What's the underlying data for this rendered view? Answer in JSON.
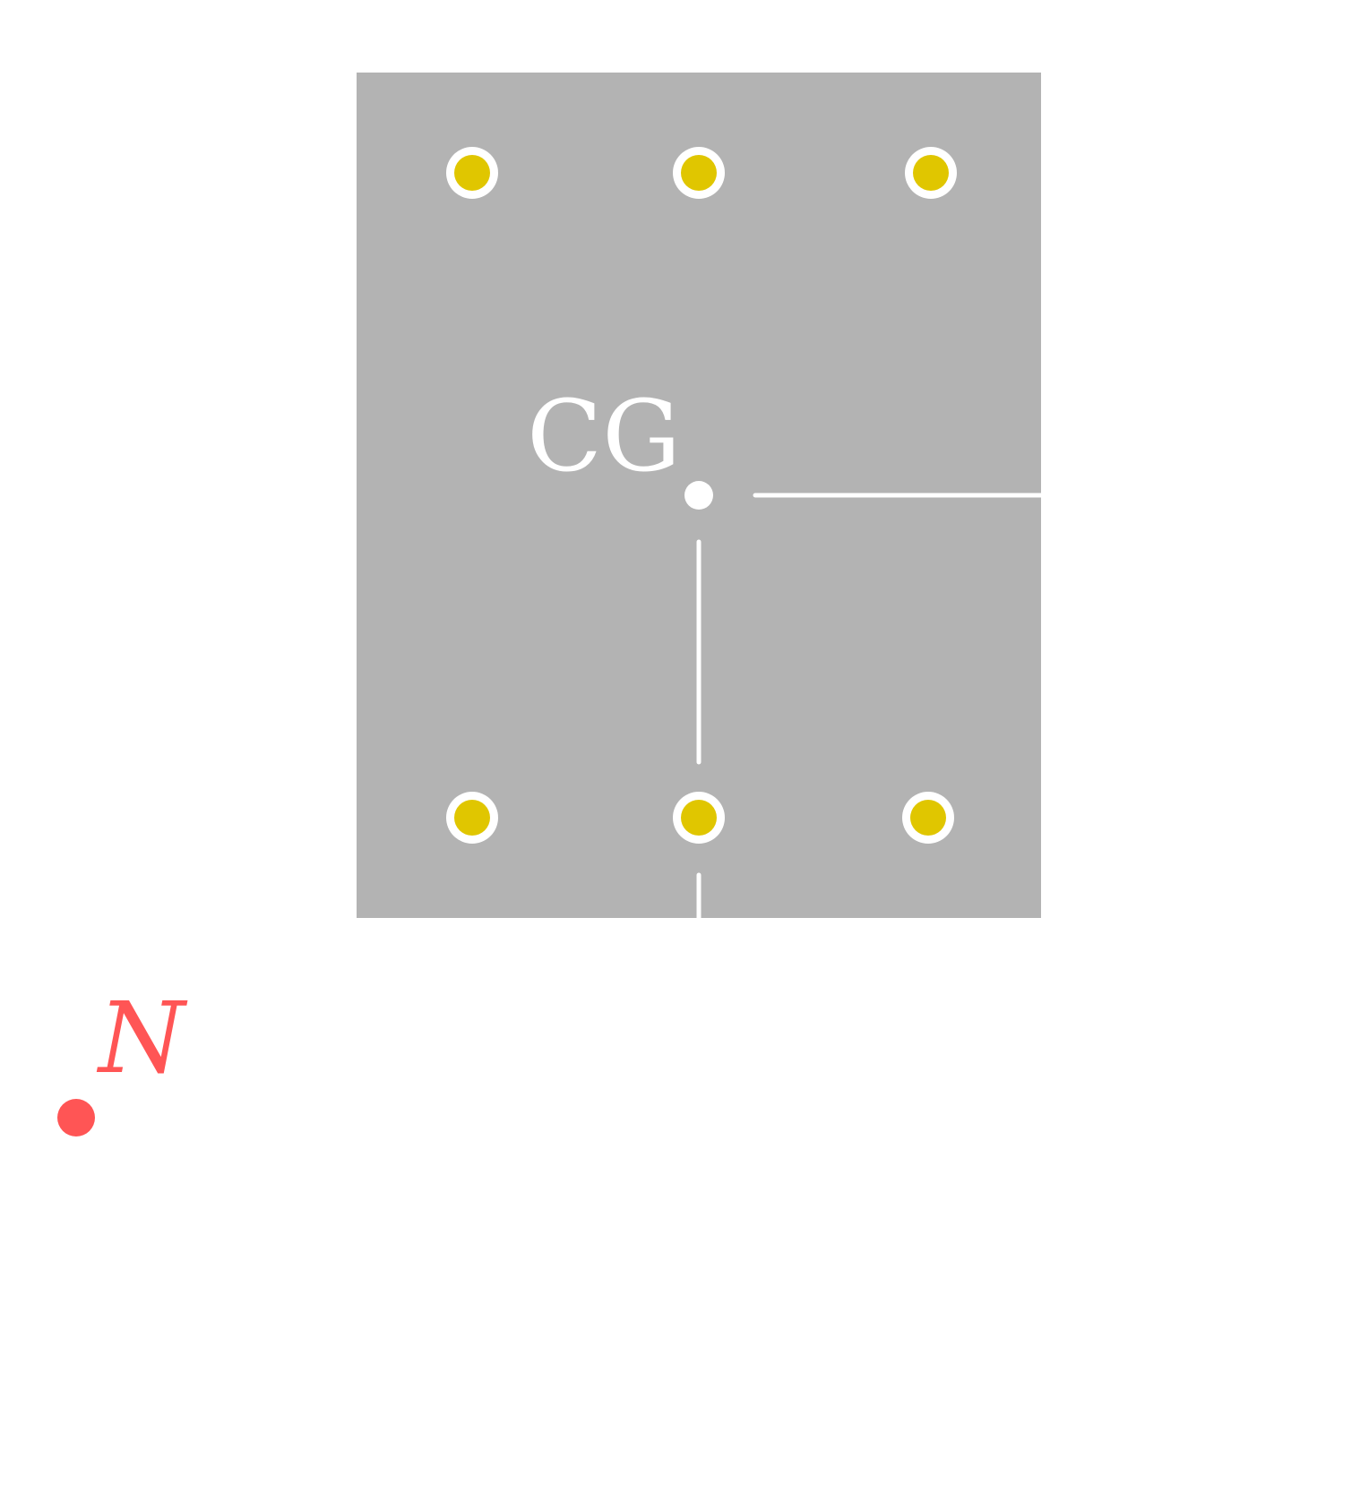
{
  "diagram": {
    "plate": {
      "cg_label": "CG"
    },
    "external_point": {
      "label": "N"
    },
    "bolt_count": 6,
    "colors": {
      "plate": "#b3b3b3",
      "bolt_fill": "#e0c600",
      "bolt_ring": "#ffffff",
      "marker": "#ffffff",
      "point_n": "#ff5555",
      "background": "#ffffff"
    }
  }
}
